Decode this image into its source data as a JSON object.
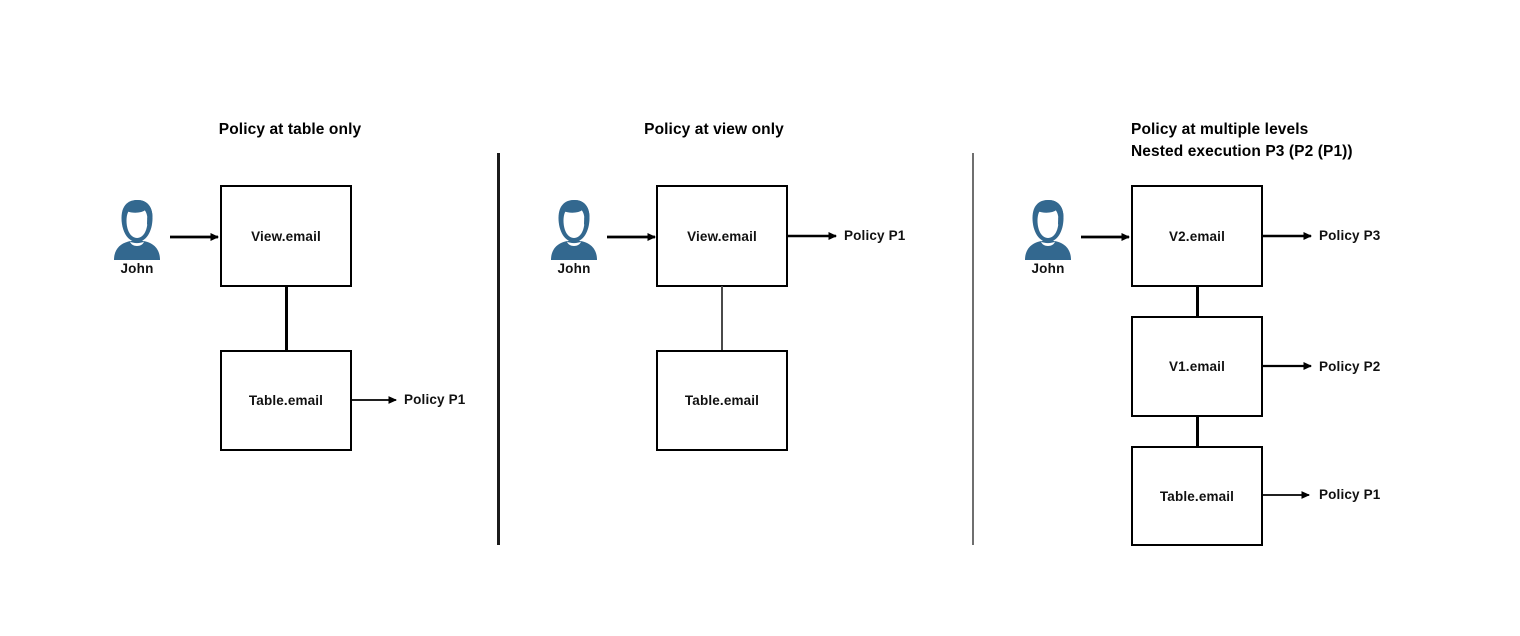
{
  "diagram": {
    "title_color": "#000000",
    "avatar_color": "#33688f",
    "line_color": "#000000"
  },
  "panels": [
    {
      "id": "panel-table-only",
      "title": "Policy at table only",
      "actor": {
        "name": "John",
        "icon": "person-avatar-icon"
      },
      "nodes": [
        {
          "id": "view-email",
          "label": "View.email"
        },
        {
          "id": "table-email",
          "label": "Table.email"
        }
      ],
      "policies": [
        {
          "id": "policy-p1",
          "label": "Policy P1",
          "from": "table-email"
        }
      ]
    },
    {
      "id": "panel-view-only",
      "title": "Policy at view only",
      "actor": {
        "name": "John",
        "icon": "person-avatar-icon"
      },
      "nodes": [
        {
          "id": "view-email",
          "label": "View.email"
        },
        {
          "id": "table-email",
          "label": "Table.email"
        }
      ],
      "policies": [
        {
          "id": "policy-p1",
          "label": "Policy P1",
          "from": "view-email"
        }
      ]
    },
    {
      "id": "panel-multiple-levels",
      "title_line1": "Policy at multiple levels",
      "title_line2": "Nested execution P3 (P2 (P1))",
      "actor": {
        "name": "John",
        "icon": "person-avatar-icon"
      },
      "nodes": [
        {
          "id": "v2-email",
          "label": "V2.email"
        },
        {
          "id": "v1-email",
          "label": "V1.email"
        },
        {
          "id": "table-email",
          "label": "Table.email"
        }
      ],
      "policies": [
        {
          "id": "policy-p3",
          "label": "Policy P3",
          "from": "v2-email"
        },
        {
          "id": "policy-p2",
          "label": "Policy P2",
          "from": "v1-email"
        },
        {
          "id": "policy-p1",
          "label": "Policy P1",
          "from": "table-email"
        }
      ]
    }
  ]
}
